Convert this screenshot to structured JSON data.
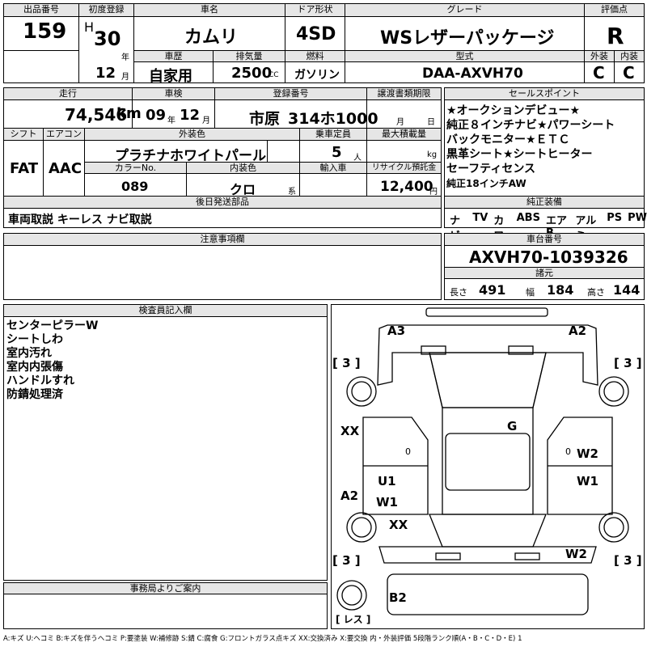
{
  "header": {
    "lot_label": "出品番号",
    "lot_no": "159",
    "first_reg_label": "初度登録",
    "era": "H",
    "year": "30",
    "year_unit": "年",
    "month": "12",
    "month_unit": "月",
    "name_label": "車名",
    "car_name": "カムリ",
    "door_label": "ドア形状",
    "door": "4SD",
    "grade_label": "グレード",
    "grade": "WSレザーパッケージ",
    "score_label": "評価点",
    "score": "R",
    "history_label": "車歴",
    "history": "自家用",
    "disp_label": "排気量",
    "displacement": "2500",
    "disp_unit": "CC",
    "fuel_label": "燃料",
    "fuel": "ガソリン",
    "model_label": "型式",
    "model": "DAA-AXVH70",
    "ext_label": "外装",
    "ext_grade": "C",
    "int_label": "内装",
    "int_grade": "C"
  },
  "row2": {
    "mileage_label": "走行",
    "mileage": "74,546",
    "mileage_unit": "km",
    "inspection_label": "車検",
    "insp_year": "09",
    "insp_year_unit": "年",
    "insp_month": "12",
    "insp_month_unit": "月",
    "reg_label": "登録番号",
    "reg_area": "市原",
    "reg_no": "314ホ1000",
    "transfer_label": "譲渡書類期限",
    "transfer_month_unit": "月",
    "transfer_day_unit": "日",
    "shift_label": "シフト",
    "shift": "FAT",
    "ac_label": "エアコン",
    "ac": "AAC",
    "color_label": "外装色",
    "color": "プラチナホワイトパール",
    "capacity_label": "乗車定員",
    "capacity": "5",
    "capacity_unit": "人",
    "maxload_label": "最大積載量",
    "maxload_unit": "kg",
    "colorno_label": "カラーNo.",
    "color_no": "089",
    "interior_label": "内装色",
    "interior": "クロ",
    "interior_unit": "系",
    "import_label": "輸入車",
    "recycle_label": "リサイクル預託金",
    "recycle": "12,400",
    "recycle_unit": "円"
  },
  "sales_points": {
    "label": "セールスポイント",
    "lines": [
      "★オークションデビュー★",
      "純正８インチナビ★パワーシート",
      "バックモニター★ＥＴＣ",
      "黒革シート★シートヒーター",
      "セーフティセンス",
      "純正18インチAW"
    ]
  },
  "later_parts": {
    "label": "後日発送部品",
    "value": "車両取説 キーレス ナビ取説"
  },
  "equipment": {
    "label": "純正装備",
    "items": [
      "ナビ",
      "TV",
      "カワ",
      "ABS",
      "エアB",
      "アルミ",
      "PS",
      "PW"
    ]
  },
  "notes": {
    "label": "注意事項欄"
  },
  "chassis": {
    "label": "車台番号",
    "value": "AXVH70-1039326",
    "spec_label": "諸元",
    "len_label": "長さ",
    "len": "491",
    "width_label": "幅",
    "width": "184",
    "height_label": "高さ",
    "height": "144"
  },
  "inspector": {
    "label": "検査員記入欄",
    "lines": [
      "センターピラーW",
      "シートしわ",
      "室内汚れ",
      "室内内張傷",
      "ハンドルすれ",
      "防錆処理済"
    ]
  },
  "diagram": {
    "marks": [
      "A3",
      "A2",
      "[ 3 ]",
      "[ 3 ]",
      "XX",
      "G",
      "W2",
      "U1",
      "W1",
      "W1",
      "A2",
      "XX",
      "W2",
      "[ 3 ]",
      "[ 3 ]",
      "B2",
      "[ レス ]"
    ],
    "zero_a": "0",
    "zero_b": "0"
  },
  "office": {
    "label": "事務局よりご案内"
  },
  "legend": "A:キズ U:ヘコミ B:キズを伴うヘコミ P:要塗装 W:補修跡 S:錆 C:腐食 G:フロントガラス点キズ XX:交換済み X:要交換 内・外装評価 5段階ランク順(A・B・C・D・E) 1"
}
